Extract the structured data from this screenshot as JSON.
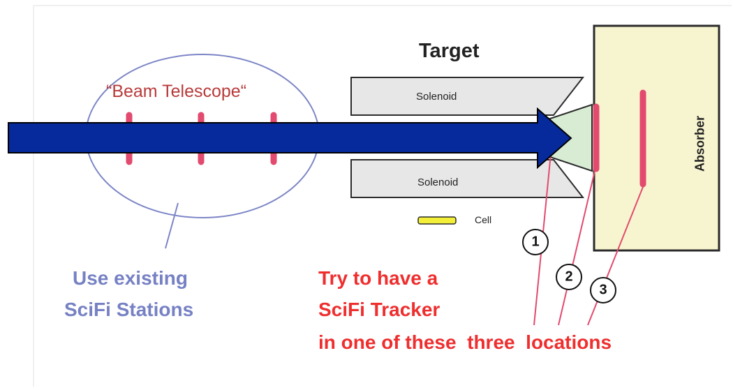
{
  "labels": {
    "target": "Target",
    "solenoid_top": "Solenoid",
    "solenoid_bottom": "Solenoid",
    "cell": "Cell",
    "absorber": "Absorber",
    "beam_telescope": "“Beam Telescope“",
    "use_existing_line1": "Use existing",
    "use_existing_line2": "SciFi Stations",
    "try_line1": "Try to have a",
    "try_line2": "SciFi Tracker",
    "try_line3": "in one of these  three  locations",
    "loc1": "1",
    "loc2": "2",
    "loc3": "3"
  },
  "colors": {
    "beam_arrow": "#062a9b",
    "scifi_station": "#e24a6e",
    "absorber_fill": "#f7f5cf",
    "target_fill": "#d8ecd4",
    "solenoid_fill": "#e7e7e7",
    "cell_fill": "#f3ef38",
    "telescope_ellipse": "#7c85c6",
    "blue_text": "#7681c4",
    "red_text": "#ef2e2e",
    "telescope_text": "#b83a3a"
  }
}
